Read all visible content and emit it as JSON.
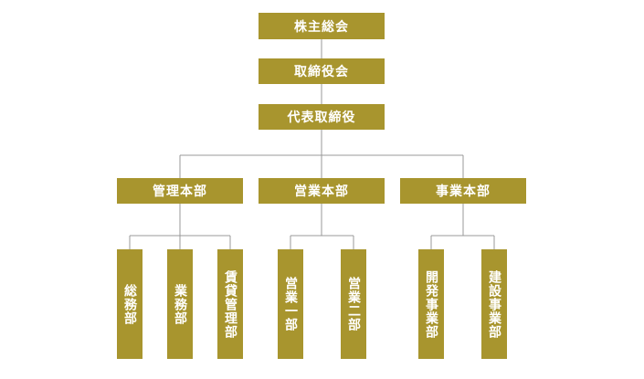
{
  "org": {
    "top": [
      "株主総会",
      "取締役会",
      "代表取締役"
    ],
    "divisions": [
      {
        "label": "管理本部",
        "departments": [
          "総務部",
          "業務部",
          "賃貸管理部"
        ]
      },
      {
        "label": "営業本部",
        "departments": [
          "営業一部",
          "営業二部"
        ]
      },
      {
        "label": "事業本部",
        "departments": [
          "開発事業部",
          "建設事業部"
        ]
      }
    ]
  },
  "colors": {
    "box": "#a8952e",
    "text": "#ffffff",
    "line": "#999999"
  }
}
